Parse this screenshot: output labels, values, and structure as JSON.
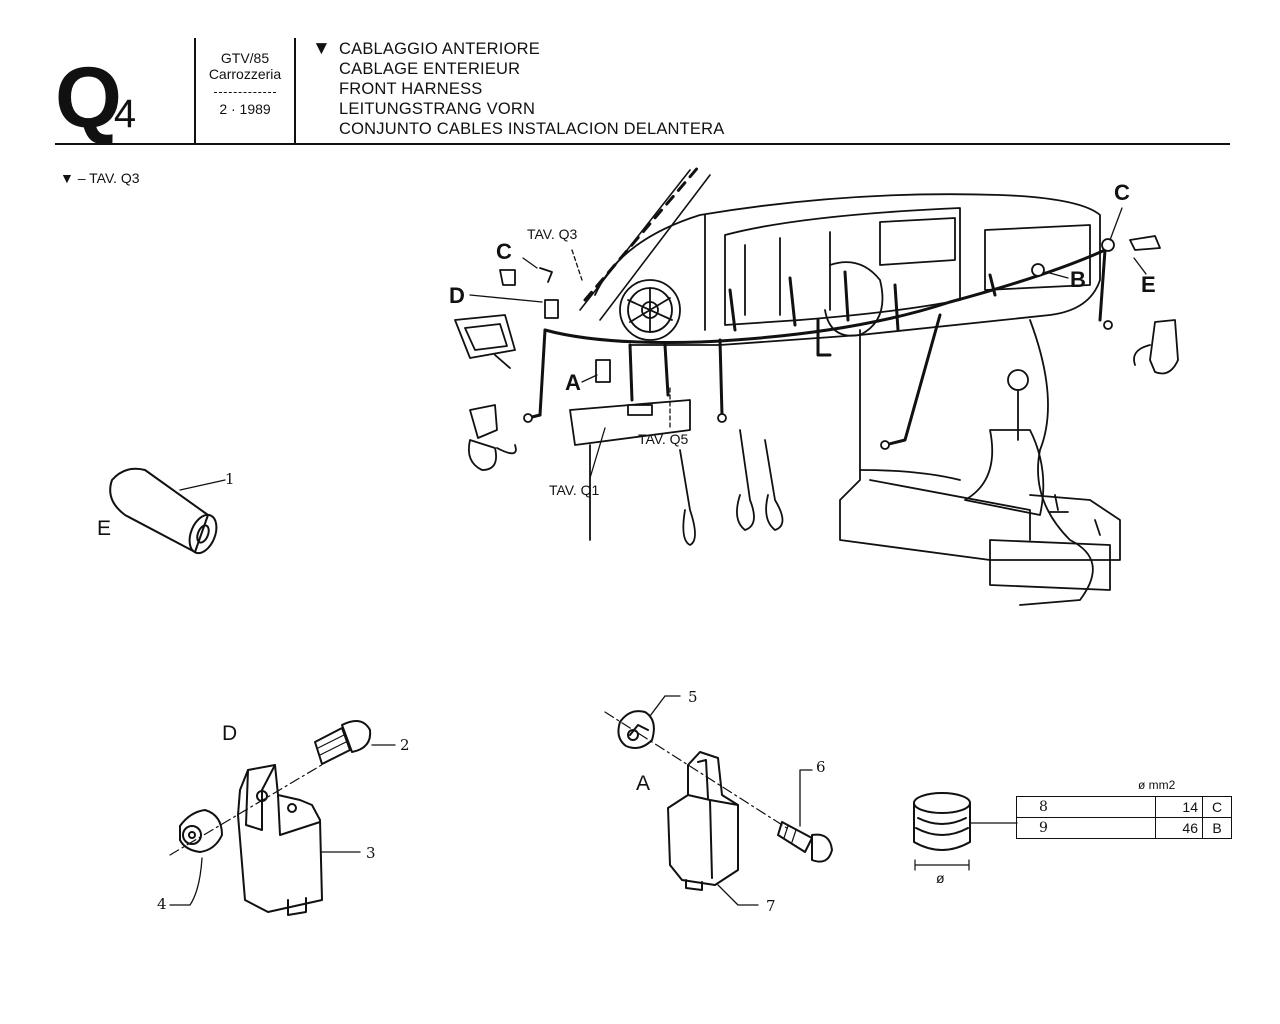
{
  "header": {
    "sheet_code": "Q",
    "sheet_sub": "4",
    "model": "GTV/85",
    "section": "Carrozzeria",
    "date": "2 · 1989",
    "marker": "▼",
    "titles": [
      "CABLAGGIO ANTERIORE",
      "CABLAGE ENTERIEUR",
      "FRONT HARNESS",
      "LEITUNGSTRANG VORN",
      "CONJUNTO CABLES INSTALACION DELANTERA"
    ]
  },
  "reference_note": "▼ – TAV. Q3",
  "callouts": {
    "tav_q3": "TAV. Q3",
    "tav_q5": "TAV. Q5",
    "tav_q1": "TAV. Q1",
    "A": "A",
    "B": "B",
    "C_left": "C",
    "C_right": "C",
    "D": "D",
    "E_top": "E",
    "E_left": "E",
    "D_detail": "D",
    "A_detail": "A"
  },
  "parts": {
    "p1": "1",
    "p2": "2",
    "p3": "3",
    "p4": "4",
    "p5": "5",
    "p6": "6",
    "p7": "7"
  },
  "grommet_table": {
    "unit": "ø mm2",
    "diameter_symbol": "ø",
    "rows": [
      {
        "ref": "8",
        "size": "14",
        "letter": "C"
      },
      {
        "ref": "9",
        "size": "46",
        "letter": "B"
      }
    ]
  }
}
